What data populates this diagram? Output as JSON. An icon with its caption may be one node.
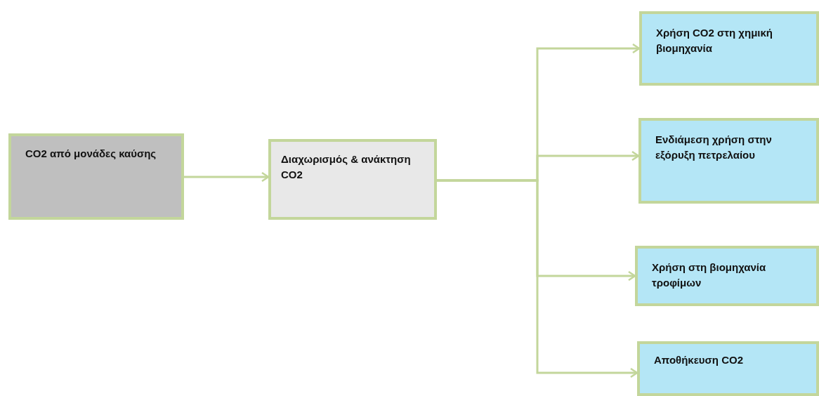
{
  "diagram": {
    "nodes": [
      {
        "text": [
          "CO2 από μονάδες καύσης"
        ]
      },
      {
        "text": [
          "Διαχωρισμός & ανάκτηση CO2"
        ]
      },
      {
        "text": [
          "Χρήση CO2 στη χημική βιομηχανία"
        ]
      },
      {
        "text": [
          "Ενδιάμεση χρήση στην εξόρυξη πετρελαίου"
        ]
      },
      {
        "text": [
          "Χρήση στη βιομηχανία τροφίμων"
        ]
      },
      {
        "text": [
          "Αποθήκευση CO2"
        ]
      }
    ],
    "edges": [
      {
        "from": 0,
        "to": 1,
        "arrow": "to"
      },
      {
        "from": 1,
        "to": 2,
        "arrow": "to"
      },
      {
        "from": 1,
        "to": 3,
        "arrow": "to"
      },
      {
        "from": 1,
        "to": 4,
        "arrow": "to"
      },
      {
        "from": 1,
        "to": 5,
        "arrow": "to"
      }
    ]
  }
}
